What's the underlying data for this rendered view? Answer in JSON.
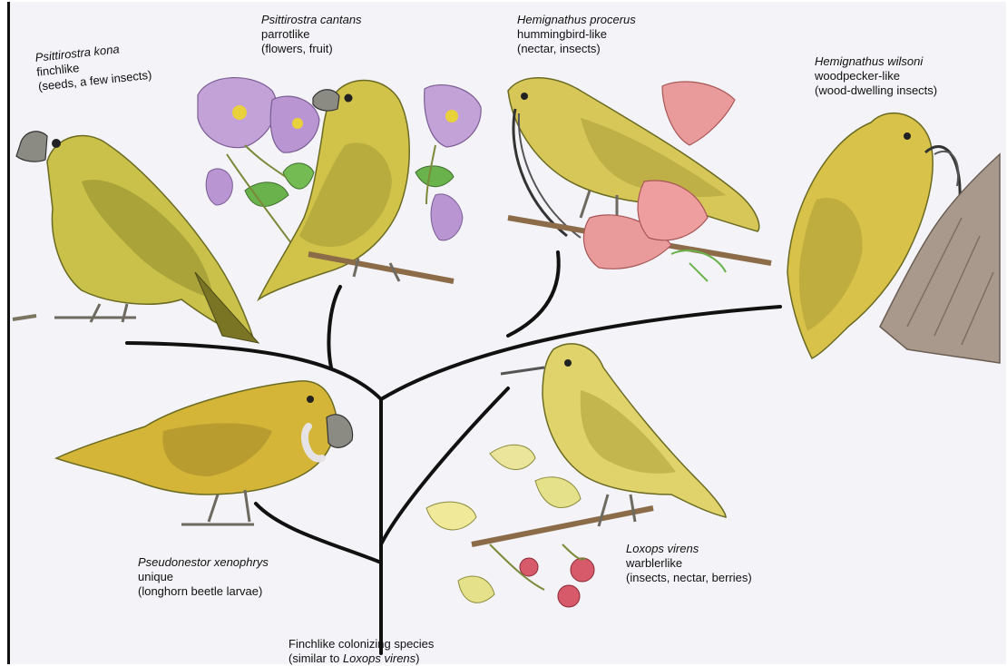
{
  "species": [
    {
      "key": "kona",
      "name": "Psittirostra kona",
      "type": "finchlike",
      "diet": "(seeds, a few insects)"
    },
    {
      "key": "cantans",
      "name": "Psittirostra cantans",
      "type": "parrotlike",
      "diet": "(flowers, fruit)"
    },
    {
      "key": "procerus",
      "name": "Hemignathus procerus",
      "type": "hummingbird-like",
      "diet": "(nectar, insects)"
    },
    {
      "key": "wilsoni",
      "name": "Hemignathus wilsoni",
      "type": "woodpecker-like",
      "diet": "(wood-dwelling insects)"
    },
    {
      "key": "xenophrys",
      "name": "Pseudonestor xenophrys",
      "type": "unique",
      "diet": "(longhorn beetle larvae)"
    },
    {
      "key": "virens",
      "name": "Loxops virens",
      "type": "warblerlike",
      "diet": "(insects, nectar, berries)"
    }
  ],
  "ancestor": {
    "line1": "Finchlike colonizing species",
    "line2_prefix": "(similar to ",
    "line2_species": "Loxops virens",
    "line2_suffix": ")"
  }
}
